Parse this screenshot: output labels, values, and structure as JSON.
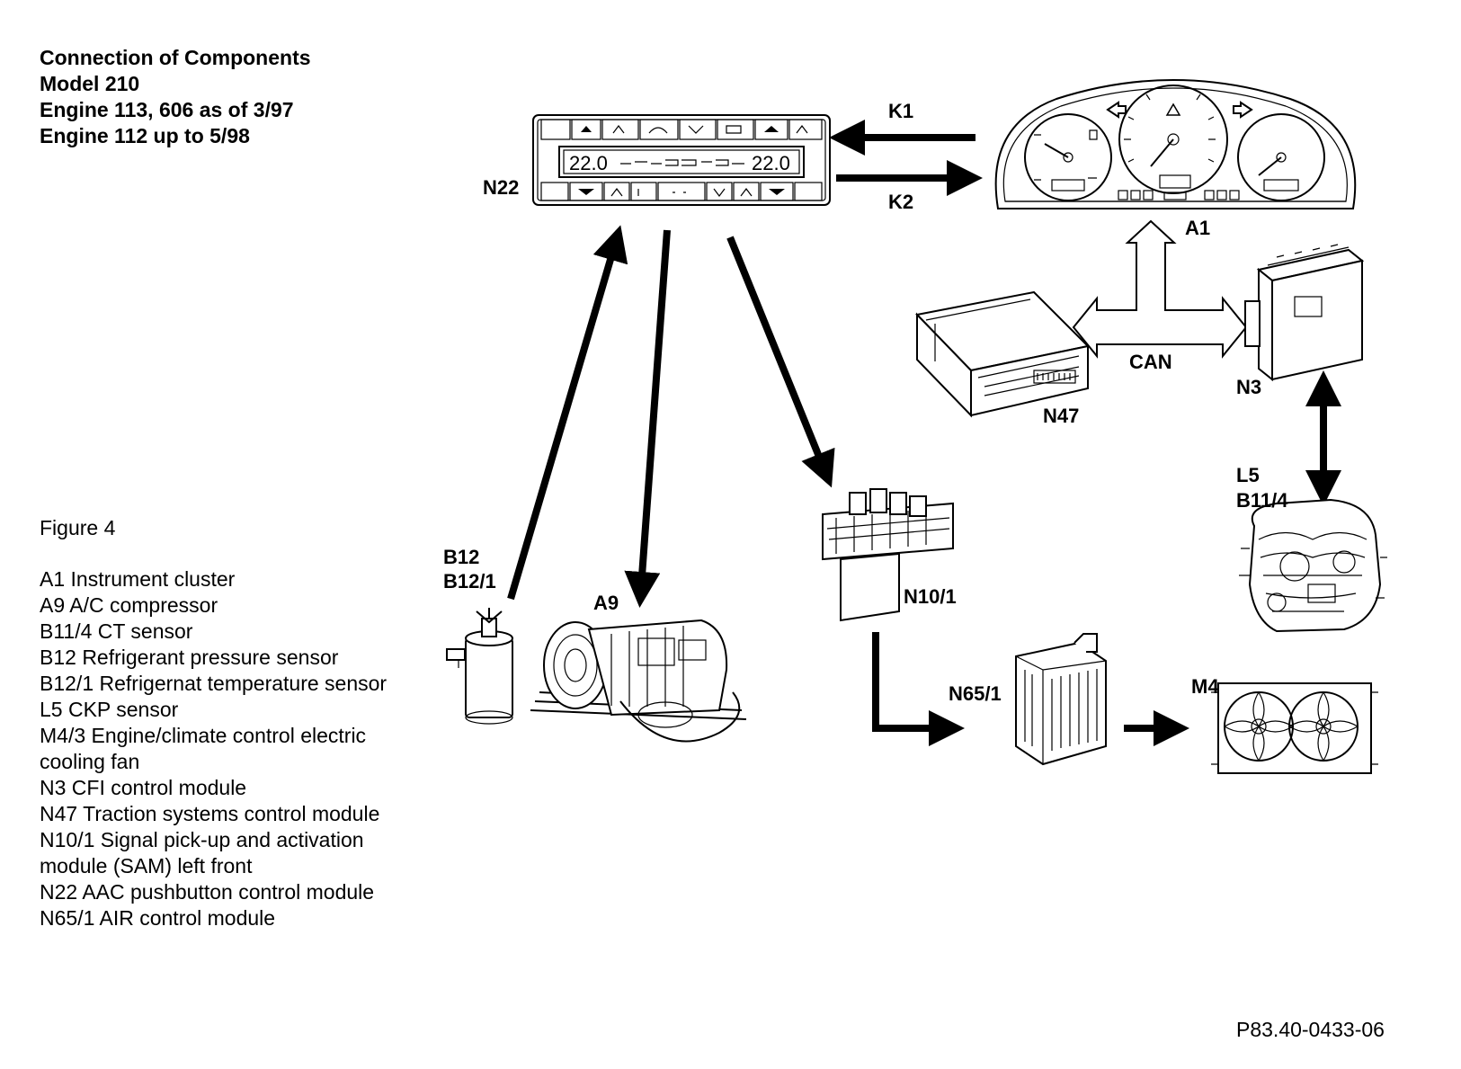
{
  "title_lines": [
    "Connection of Components",
    "Model 210",
    "Engine 113, 606 as of 3/97",
    "Engine 112 up to 5/98"
  ],
  "figure_label": "Figure 4",
  "legend": [
    "A1 Instrument cluster",
    "A9 A/C compressor",
    "B11/4 CT sensor",
    "B12 Refrigerant pressure sensor",
    "B12/1 Refrigernat temperature sensor",
    "L5 CKP sensor",
    "M4/3 Engine/climate control electric cooling fan",
    "N3 CFI control module",
    "N47 Traction systems control module",
    "N10/1 Signal pick-up and activation module (SAM) left front",
    "N22 AAC pushbutton control module",
    "N65/1 AIR control module"
  ],
  "reference": "P83.40-0433-06",
  "labels": {
    "n22": "N22",
    "k1": "K1",
    "k2": "K2",
    "a1": "A1",
    "can": "CAN",
    "n47": "N47",
    "n3": "N3",
    "l5": "L5",
    "b11_4": "B11/4",
    "b12": "B12",
    "b12_1": "B12/1",
    "a9": "A9",
    "n10_1": "N10/1",
    "n65_1": "N65/1",
    "m4": "M4"
  },
  "n22_display": {
    "left_temp": "22.0",
    "right_temp": "22.0"
  }
}
